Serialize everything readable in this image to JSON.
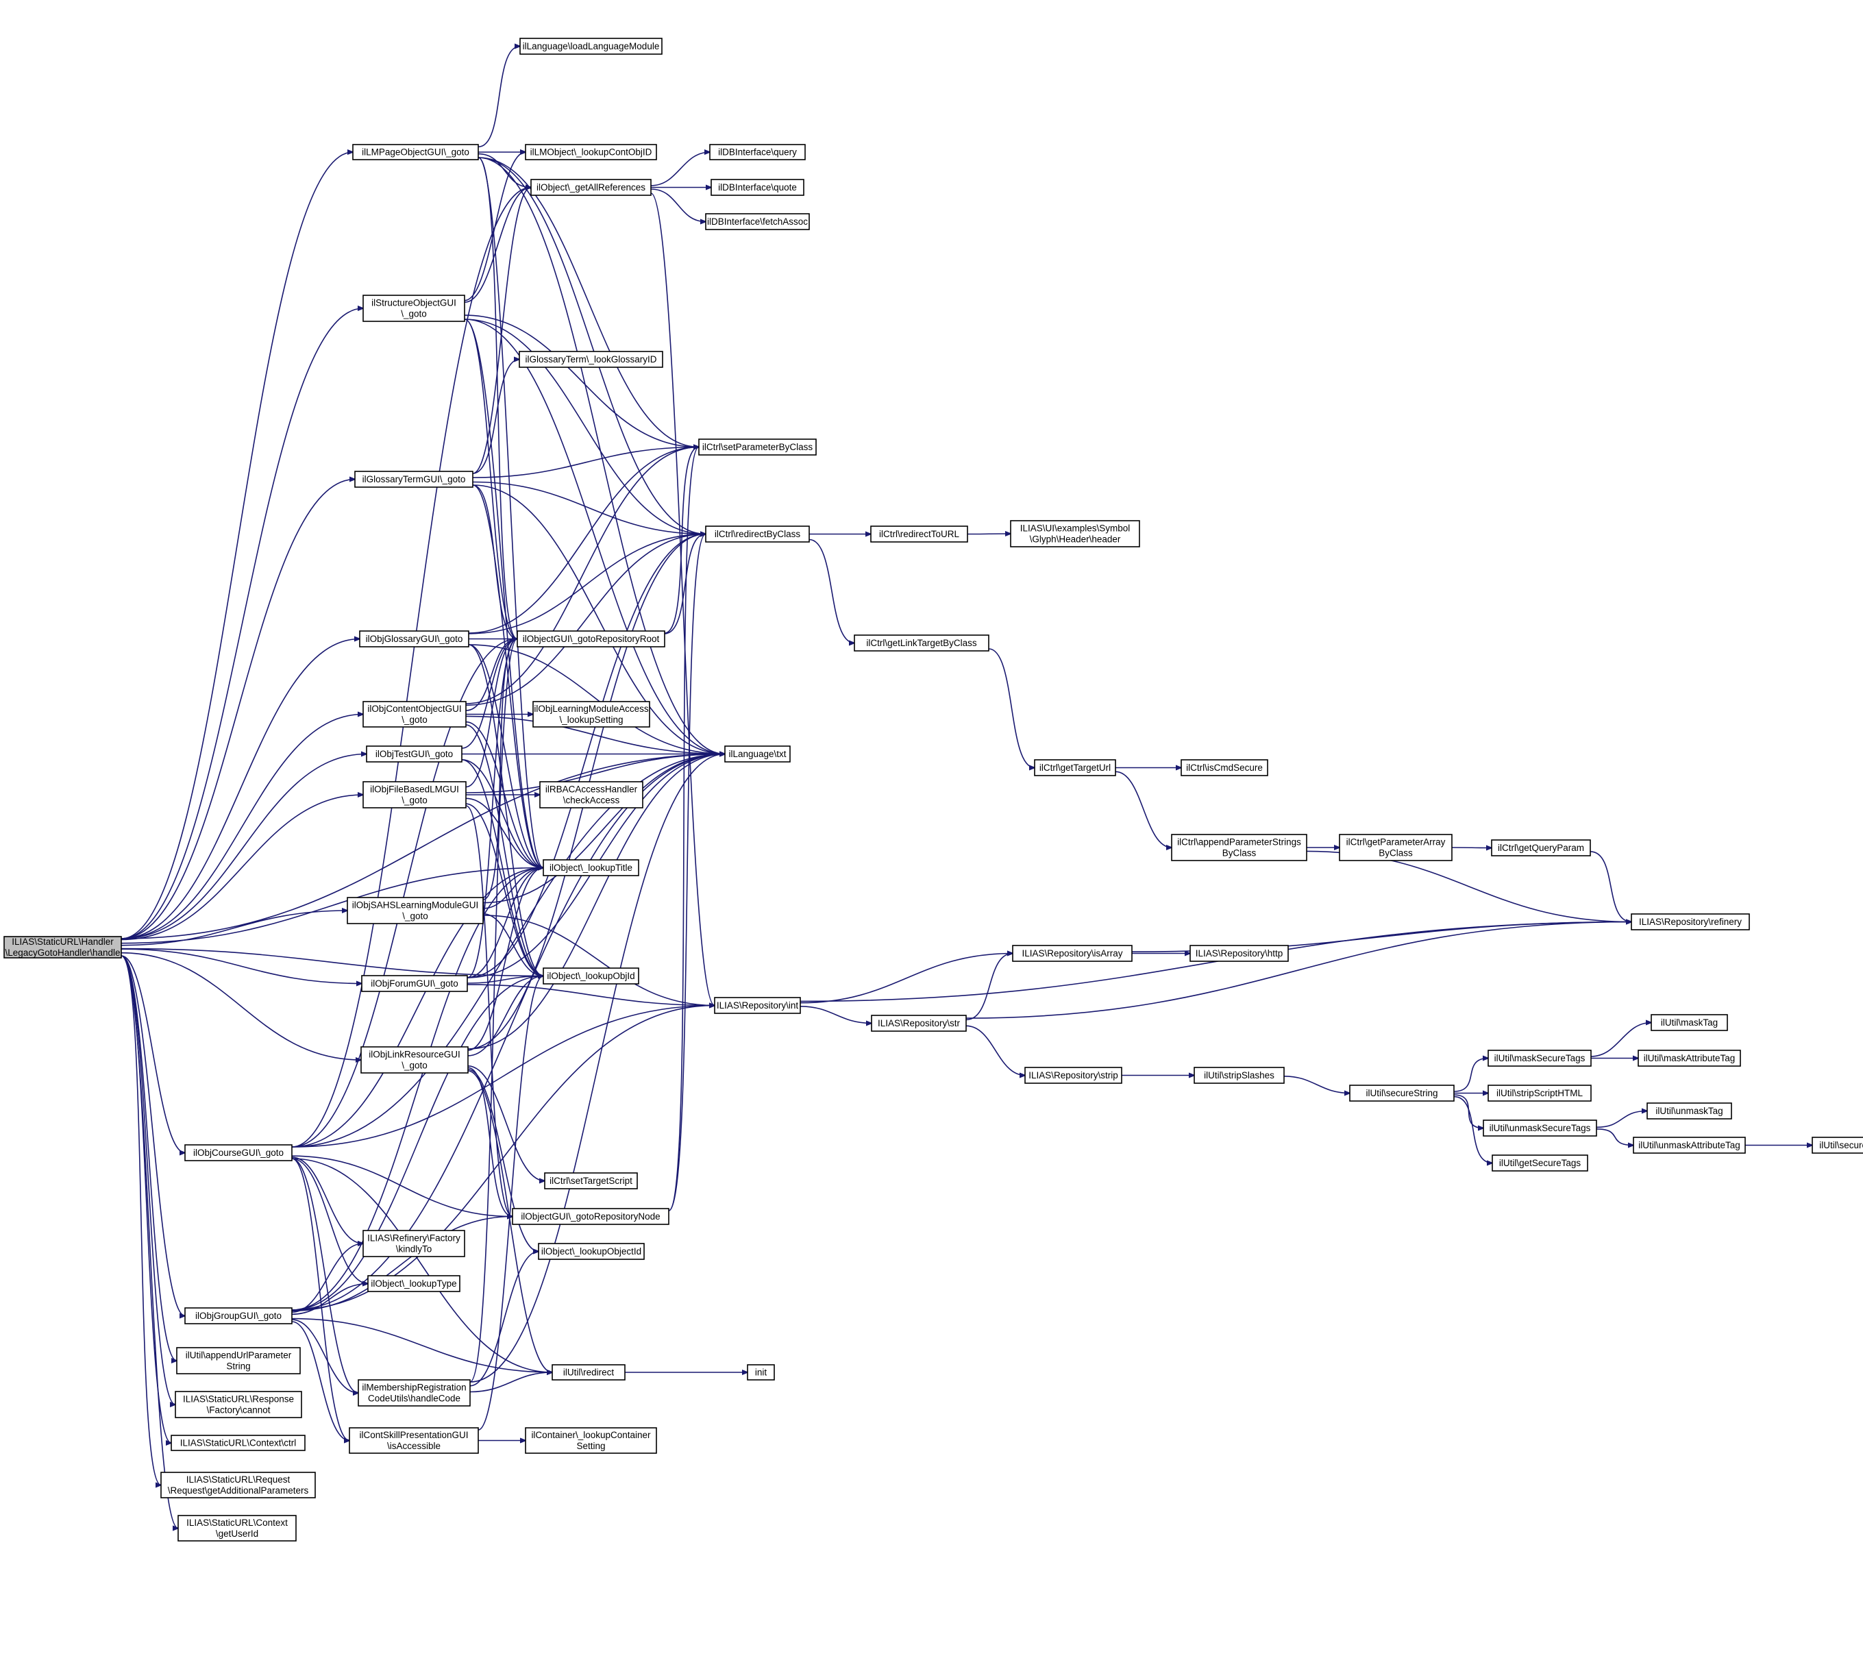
{
  "colors": {
    "edge": "#191970",
    "root_fill": "#bfbfbf",
    "node_fill": "#ffffff",
    "node_stroke": "#000000"
  },
  "nodes": [
    {
      "id": "root",
      "lines": [
        "ILIAS\\StaticURL\\Handler",
        "\\LegacyGotoHandler\\handle"
      ]
    },
    {
      "id": "lmpage",
      "lines": [
        "ilLMPageObjectGUI\\_goto"
      ]
    },
    {
      "id": "structure",
      "lines": [
        "ilStructureObjectGUI",
        "\\_goto"
      ]
    },
    {
      "id": "glossaryterm",
      "lines": [
        "ilGlossaryTermGUI\\_goto"
      ]
    },
    {
      "id": "objglossary",
      "lines": [
        "ilObjGlossaryGUI\\_goto"
      ]
    },
    {
      "id": "objcontent",
      "lines": [
        "ilObjContentObjectGUI",
        "\\_goto"
      ]
    },
    {
      "id": "objtest",
      "lines": [
        "ilObjTestGUI\\_goto"
      ]
    },
    {
      "id": "objfilebased",
      "lines": [
        "ilObjFileBasedLMGUI",
        "\\_goto"
      ]
    },
    {
      "id": "objsahs",
      "lines": [
        "ilObjSAHSLearningModuleGUI",
        "\\_goto"
      ]
    },
    {
      "id": "objforum",
      "lines": [
        "ilObjForumGUI\\_goto"
      ]
    },
    {
      "id": "objlink",
      "lines": [
        "ilObjLinkResourceGUI",
        "\\_goto"
      ]
    },
    {
      "id": "objcourse",
      "lines": [
        "ilObjCourseGUI\\_goto"
      ]
    },
    {
      "id": "objgroup",
      "lines": [
        "ilObjGroupGUI\\_goto"
      ]
    },
    {
      "id": "appendurl",
      "lines": [
        "ilUtil\\appendUrlParameter",
        "String"
      ]
    },
    {
      "id": "respcannot",
      "lines": [
        "ILIAS\\StaticURL\\Response",
        "\\Factory\\cannot"
      ]
    },
    {
      "id": "ctxctrl",
      "lines": [
        "ILIAS\\StaticURL\\Context\\ctrl"
      ]
    },
    {
      "id": "reqaddparams",
      "lines": [
        "ILIAS\\StaticURL\\Request",
        "\\Request\\getAdditionalParameters"
      ]
    },
    {
      "id": "ctxuserid",
      "lines": [
        "ILIAS\\StaticURL\\Context",
        "\\getUserId"
      ]
    },
    {
      "id": "langload",
      "lines": [
        "ilLanguage\\loadLanguageModule"
      ]
    },
    {
      "id": "lmlookupcont",
      "lines": [
        "ilLMObject\\_lookupContObjID"
      ]
    },
    {
      "id": "getallrefs",
      "lines": [
        "ilObject\\_getAllReferences"
      ]
    },
    {
      "id": "glossarytermlookup",
      "lines": [
        "ilGlossaryTerm\\_lookGlossaryID"
      ]
    },
    {
      "id": "gotorepo",
      "lines": [
        "ilObjectGUI\\_gotoRepositoryRoot"
      ]
    },
    {
      "id": "lmaccess",
      "lines": [
        "ilObjLearningModuleAccess",
        "\\_lookupSetting"
      ]
    },
    {
      "id": "rbac",
      "lines": [
        "ilRBACAccessHandler",
        "\\checkAccess"
      ]
    },
    {
      "id": "lookuptitle",
      "lines": [
        "ilObject\\_lookupTitle"
      ]
    },
    {
      "id": "lookupobjid",
      "lines": [
        "ilObject\\_lookupObjId"
      ]
    },
    {
      "id": "settargetscript",
      "lines": [
        "ilCtrl\\setTargetScript"
      ]
    },
    {
      "id": "gotoreponode",
      "lines": [
        "ilObjectGUI\\_gotoRepositoryNode"
      ]
    },
    {
      "id": "lookupobjectid",
      "lines": [
        "ilObject\\_lookupObjectId"
      ]
    },
    {
      "id": "kindlyto",
      "lines": [
        "ILIAS\\Refinery\\Factory",
        "\\kindlyTo"
      ]
    },
    {
      "id": "lookuptype",
      "lines": [
        "ilObject\\_lookupType"
      ]
    },
    {
      "id": "membership",
      "lines": [
        "ilMembershipRegistration",
        "CodeUtils\\handleCode"
      ]
    },
    {
      "id": "contskill",
      "lines": [
        "ilContSkillPresentationGUI",
        "\\isAccessible"
      ]
    },
    {
      "id": "dbquery",
      "lines": [
        "ilDBInterface\\query"
      ]
    },
    {
      "id": "dbquote",
      "lines": [
        "ilDBInterface\\quote"
      ]
    },
    {
      "id": "dbfetch",
      "lines": [
        "ilDBInterface\\fetchAssoc"
      ]
    },
    {
      "id": "setparam",
      "lines": [
        "ilCtrl\\setParameterByClass"
      ]
    },
    {
      "id": "redirectbyclass",
      "lines": [
        "ilCtrl\\redirectByClass"
      ]
    },
    {
      "id": "langtxt",
      "lines": [
        "ilLanguage\\txt"
      ]
    },
    {
      "id": "repoint",
      "lines": [
        "ILIAS\\Repository\\int"
      ]
    },
    {
      "id": "utilredirect",
      "lines": [
        "ilUtil\\redirect"
      ]
    },
    {
      "id": "containerlookup",
      "lines": [
        "ilContainer\\_lookupContainer",
        "Setting"
      ]
    },
    {
      "id": "init",
      "lines": [
        "init"
      ]
    },
    {
      "id": "redirecttourl",
      "lines": [
        "ilCtrl\\redirectToURL"
      ]
    },
    {
      "id": "header",
      "lines": [
        "ILIAS\\UI\\examples\\Symbol",
        "\\Glyph\\Header\\header"
      ]
    },
    {
      "id": "getlinktarget",
      "lines": [
        "ilCtrl\\getLinkTargetByClass"
      ]
    },
    {
      "id": "gettargeturl",
      "lines": [
        "ilCtrl\\getTargetUrl"
      ]
    },
    {
      "id": "iscmdsecure",
      "lines": [
        "ilCtrl\\isCmdSecure"
      ]
    },
    {
      "id": "appendparamstrings",
      "lines": [
        "ilCtrl\\appendParameterStrings",
        "ByClass"
      ]
    },
    {
      "id": "getparamarray",
      "lines": [
        "ilCtrl\\getParameterArray",
        "ByClass"
      ]
    },
    {
      "id": "getqueryparam",
      "lines": [
        "ilCtrl\\getQueryParam"
      ]
    },
    {
      "id": "refinery",
      "lines": [
        "ILIAS\\Repository\\refinery"
      ]
    },
    {
      "id": "isarray",
      "lines": [
        "ILIAS\\Repository\\isArray"
      ]
    },
    {
      "id": "http",
      "lines": [
        "ILIAS\\Repository\\http"
      ]
    },
    {
      "id": "repostr",
      "lines": [
        "ILIAS\\Repository\\str"
      ]
    },
    {
      "id": "repostrip",
      "lines": [
        "ILIAS\\Repository\\strip"
      ]
    },
    {
      "id": "stripslashes",
      "lines": [
        "ilUtil\\stripSlashes"
      ]
    },
    {
      "id": "securestring",
      "lines": [
        "ilUtil\\secureString"
      ]
    },
    {
      "id": "masksecure",
      "lines": [
        "ilUtil\\maskSecureTags"
      ]
    },
    {
      "id": "masktag",
      "lines": [
        "ilUtil\\maskTag"
      ]
    },
    {
      "id": "maskattr",
      "lines": [
        "ilUtil\\maskAttributeTag"
      ]
    },
    {
      "id": "stripscript",
      "lines": [
        "ilUtil\\stripScriptHTML"
      ]
    },
    {
      "id": "unmasksecure",
      "lines": [
        "ilUtil\\unmaskSecureTags"
      ]
    },
    {
      "id": "unmasktag",
      "lines": [
        "ilUtil\\unmaskTag"
      ]
    },
    {
      "id": "unmaskattr",
      "lines": [
        "ilUtil\\unmaskAttributeTag"
      ]
    },
    {
      "id": "securelink",
      "lines": [
        "ilUtil\\secureLink"
      ]
    },
    {
      "id": "getsecuretags",
      "lines": [
        "ilUtil\\getSecureTags"
      ]
    }
  ]
}
